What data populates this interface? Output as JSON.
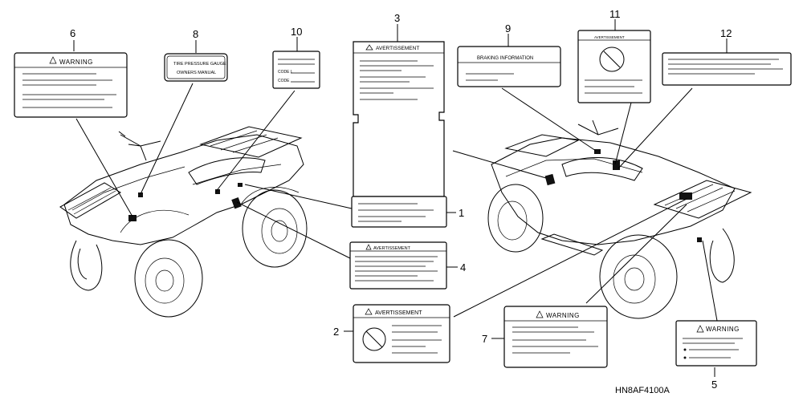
{
  "callouts": {
    "n1": "1",
    "n2": "2",
    "n3": "3",
    "n4": "4",
    "n5": "5",
    "n6": "6",
    "n7": "7",
    "n8": "8",
    "n9": "9",
    "n10": "10",
    "n11": "11",
    "n12": "12"
  },
  "labels": {
    "warning6": "WARNING",
    "tire8_line1": "TIRE PRESSURE GAUGE",
    "tire8_line2": "OWNERS MANUAL",
    "code10_a": "CODE L",
    "code10_b": "CODE",
    "avert3": "AVERTISSEMENT",
    "braking9": "BRAKING INFORMATION",
    "avert11": "AVERTISSEMENT",
    "avert4": "AVERTISSEMENT",
    "avert2": "AVERTISSEMENT",
    "warning7": "WARNING",
    "warning5": "WARNING"
  },
  "diagram_code": "HN8AF4100A"
}
